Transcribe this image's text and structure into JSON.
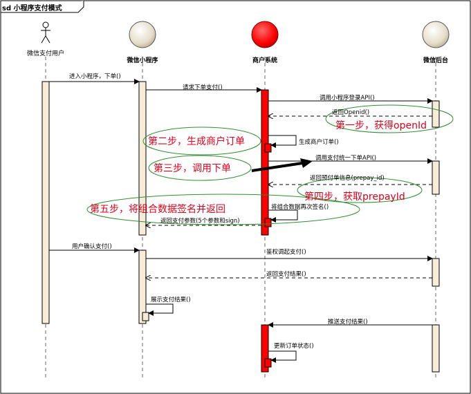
{
  "frame_title": "sd 小程序支付模式",
  "actors": {
    "user": "微信支付用户",
    "miniprogram": "微信小程序",
    "merchant": "商户系统",
    "wechat": "微信后台"
  },
  "messages": {
    "m1": "进入小程序，下单()",
    "m2": "请求下单支付()",
    "m3": "调用小程序登录API()",
    "m4": "返回Openid()",
    "m5": "生成商户订单()",
    "m6": "调用支付统一下单API()",
    "m7": "返回预付单信息(prepay_id)",
    "m8": "将组合数据再次签名()",
    "m9": "返回支付参数(5个参数和sign)",
    "m10": "用户确认支付()",
    "m11": "鉴权调起支付()",
    "m12": "返回支付结果()",
    "m13": "展示支付结果()",
    "m14": "推送支付结果()",
    "m15": "更新订单状态()"
  },
  "notes": {
    "n1": "第一步，获得openId",
    "n2": "第二步，生成商户订单",
    "n3": "第三步，调用下单",
    "n4": "第四步，获取prepayId",
    "n5": "第五步，将组合数据签名并返回"
  },
  "colors": {
    "merchant_red": "#ff0000",
    "annotation_red": "#e0001b",
    "note_green": "#2f8f2f",
    "activation_fill": "#f6ecd8"
  }
}
